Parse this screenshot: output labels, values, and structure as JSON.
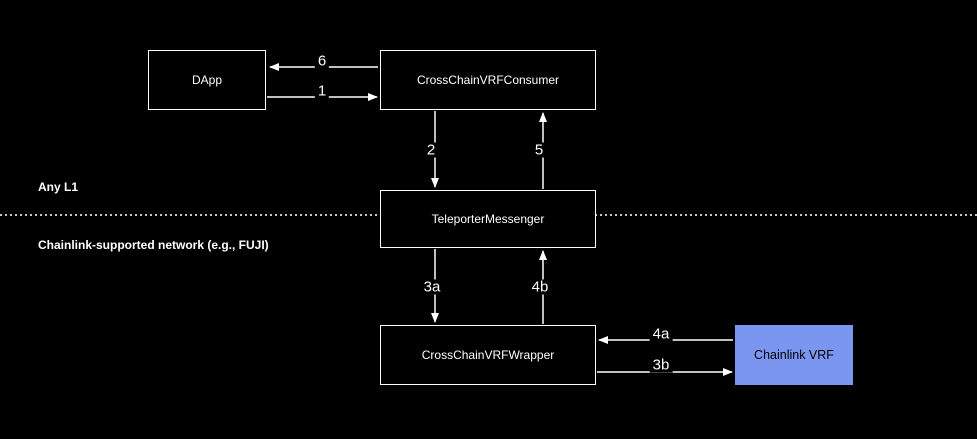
{
  "diagram": {
    "sections": {
      "top": "Any L1",
      "bottom": "Chainlink-supported network (e.g., FUJI)"
    },
    "nodes": {
      "dapp": "DApp",
      "consumer": "CrossChainVRFConsumer",
      "teleporter": "TeleporterMessenger",
      "wrapper": "CrossChainVRFWrapper",
      "chainlink": "Chainlink VRF"
    },
    "edges": {
      "step1": "1",
      "step2": "2",
      "step3a": "3a",
      "step3b": "3b",
      "step4a": "4a",
      "step4b": "4b",
      "step5": "5",
      "step6": "6"
    },
    "colors": {
      "background": "#000000",
      "box_border": "#ffffff",
      "box_text": "#ffffff",
      "arrow": "#ffffff",
      "divider": "#c9c9c9",
      "chainlink_fill": "#7b96f0",
      "chainlink_text": "#000000"
    }
  }
}
